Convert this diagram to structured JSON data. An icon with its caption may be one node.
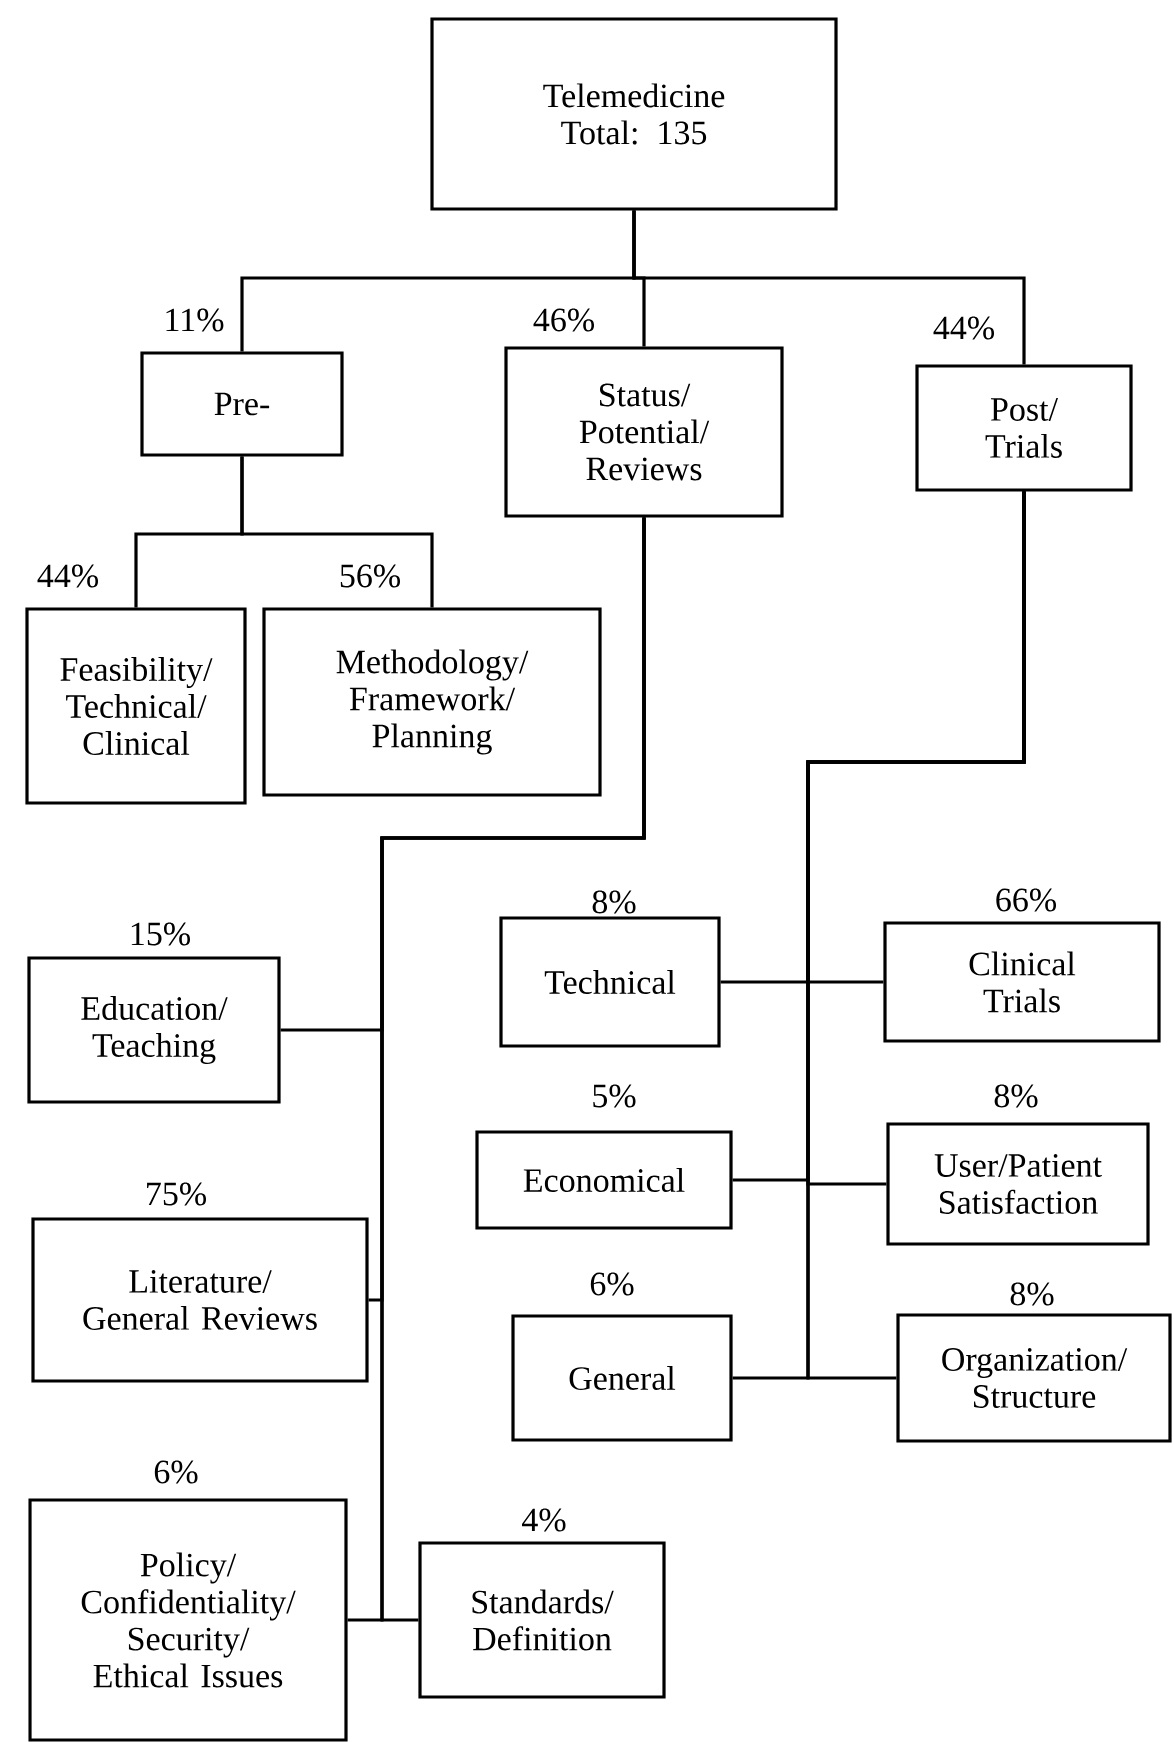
{
  "diagram": {
    "nodes": [
      {
        "text": [
          "Telemedicine Total: 135"
        ]
      },
      {
        "text": [
          "Pre-"
        ],
        "beside": [
          "11%"
        ]
      },
      {
        "text": [
          "Status/ Potential/ Reviews"
        ],
        "beside": [
          "46%"
        ]
      },
      {
        "text": [
          "Post/ Trials"
        ],
        "beside": [
          "44%"
        ]
      },
      {
        "text": [
          "Feasibility/ Technical/ Clinical"
        ],
        "beside": [
          "44%"
        ]
      },
      {
        "text": [
          "Methodology/ Framework/ Planning"
        ],
        "beside": [
          "56%"
        ]
      },
      {
        "text": [
          "Education/ Teaching"
        ],
        "beside": [
          "15%"
        ]
      },
      {
        "text": [
          "Technical"
        ],
        "beside": [
          "8%"
        ]
      },
      {
        "text": [
          "Clinical Trials"
        ],
        "beside": [
          "66%"
        ]
      },
      {
        "text": [
          "Economical"
        ],
        "beside": [
          "5%"
        ]
      },
      {
        "text": [
          "User/Patient Satisfaction"
        ],
        "beside": [
          "8%"
        ]
      },
      {
        "text": [
          "Literature/ General Reviews"
        ],
        "beside": [
          "75%"
        ]
      },
      {
        "text": [
          "General"
        ],
        "beside": [
          "6%"
        ]
      },
      {
        "text": [
          "Organization/ Structure"
        ],
        "beside": [
          "8%"
        ]
      },
      {
        "text": [
          "Policy/ Confidentiality/ Security/ Ethical Issues"
        ],
        "beside": [
          "6%"
        ]
      },
      {
        "text": [
          "Standards/ Definition"
        ],
        "beside": [
          "4%"
        ]
      }
    ],
    "edges": [
      {
        "from": 0,
        "to": 1,
        "arrow": "none"
      },
      {
        "from": 0,
        "to": 2,
        "arrow": "none"
      },
      {
        "from": 0,
        "to": 3,
        "arrow": "none"
      },
      {
        "from": 1,
        "to": 4,
        "arrow": "none"
      },
      {
        "from": 1,
        "to": 5,
        "arrow": "none"
      },
      {
        "from": 2,
        "to": 6,
        "arrow": "none"
      },
      {
        "from": 2,
        "to": 11,
        "arrow": "none"
      },
      {
        "from": 2,
        "to": 14,
        "arrow": "none"
      },
      {
        "from": 2,
        "to": 15,
        "arrow": "none"
      },
      {
        "from": 3,
        "to": 7,
        "arrow": "none"
      },
      {
        "from": 3,
        "to": 8,
        "arrow": "none"
      },
      {
        "from": 3,
        "to": 9,
        "arrow": "none"
      },
      {
        "from": 3,
        "to": 10,
        "arrow": "none"
      },
      {
        "from": 3,
        "to": 12,
        "arrow": "none"
      },
      {
        "from": 3,
        "to": 13,
        "arrow": "none"
      }
    ]
  }
}
